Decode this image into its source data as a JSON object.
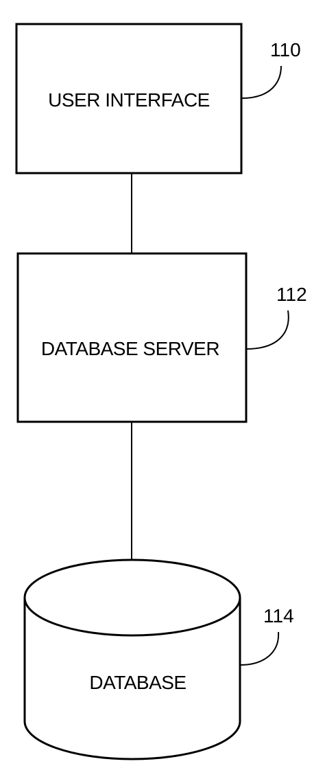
{
  "diagram": {
    "nodes": [
      {
        "id": "user-interface",
        "label": "USER INTERFACE",
        "ref": "110",
        "shape": "rectangle"
      },
      {
        "id": "database-server",
        "label": "DATABASE SERVER",
        "ref": "112",
        "shape": "rectangle"
      },
      {
        "id": "database",
        "label": "DATABASE",
        "ref": "114",
        "shape": "cylinder"
      }
    ],
    "edges": [
      {
        "from": "user-interface",
        "to": "database-server"
      },
      {
        "from": "database-server",
        "to": "database"
      }
    ]
  }
}
